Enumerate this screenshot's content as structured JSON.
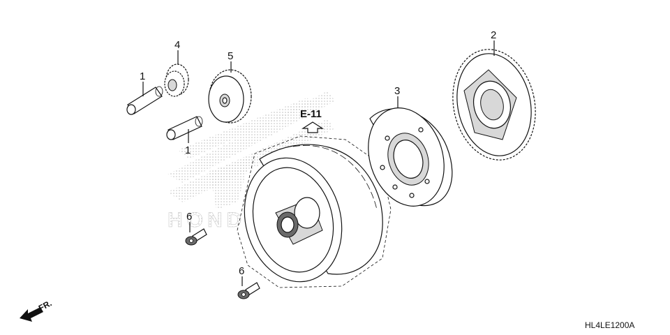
{
  "callouts": {
    "pin_upper": "1",
    "pin_lower": "1",
    "gear_small": "4",
    "gear_idle": "5",
    "clutch_outer": "3",
    "driven_gear": "2",
    "bolt_upper": "6",
    "bolt_lower": "6"
  },
  "reference": {
    "label": "E-11"
  },
  "direction": {
    "label": "FR."
  },
  "diagram_code": "HL4LE1200A",
  "watermark_text": "HONDA",
  "colors": {
    "ink": "#111111",
    "watermark": "#c8c8c8",
    "fill": "#ffffff"
  }
}
